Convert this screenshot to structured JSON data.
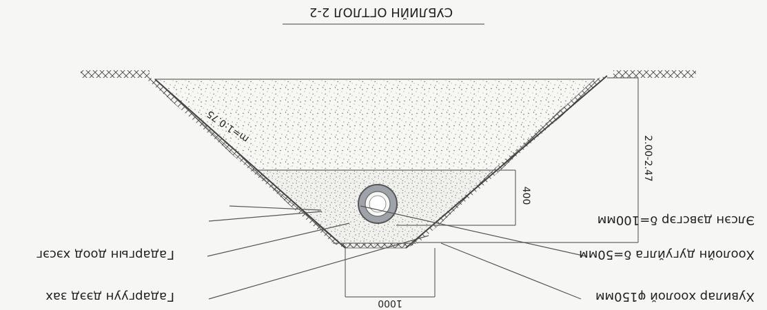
{
  "title": "СУБЛИЙН ОГТЛОЛ 2-2",
  "labels": {
    "left_1": "Гадаргуун дээд зах",
    "left_2": "Гадаргын доод хэсэг",
    "right_1": "Хувилар хоолой φ150мм",
    "right_2": "Хоолойн дугуйлга δ=50мм",
    "right_3": "Элсэн дэвсгэр δ=100мм"
  },
  "dimensions": {
    "top": "1000",
    "height_main": "2.00-2.47",
    "height_small": "400"
  },
  "slope": "m=1:0.75"
}
